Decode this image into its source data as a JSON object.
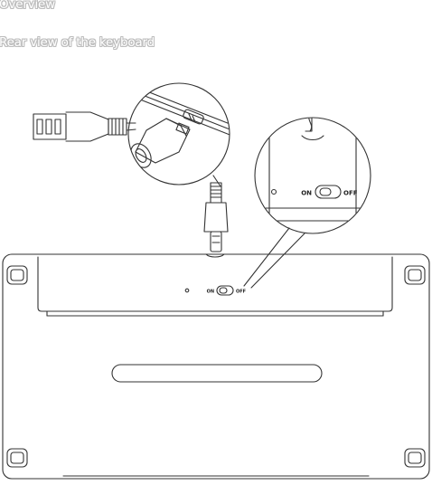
{
  "page": {
    "section_title": "Overview",
    "subtitle": "Rear view of the keyboard"
  },
  "illustration": {
    "switch_on_label": "ON",
    "switch_off_label": "OFF",
    "line_color": "#333333",
    "heading_outline_color": "#bdbdbd",
    "parts": [
      "usb-a-plug",
      "usb-cable",
      "micro-usb-plug",
      "power-switch",
      "led-indicator",
      "rubber-feet",
      "stand-slot"
    ]
  }
}
